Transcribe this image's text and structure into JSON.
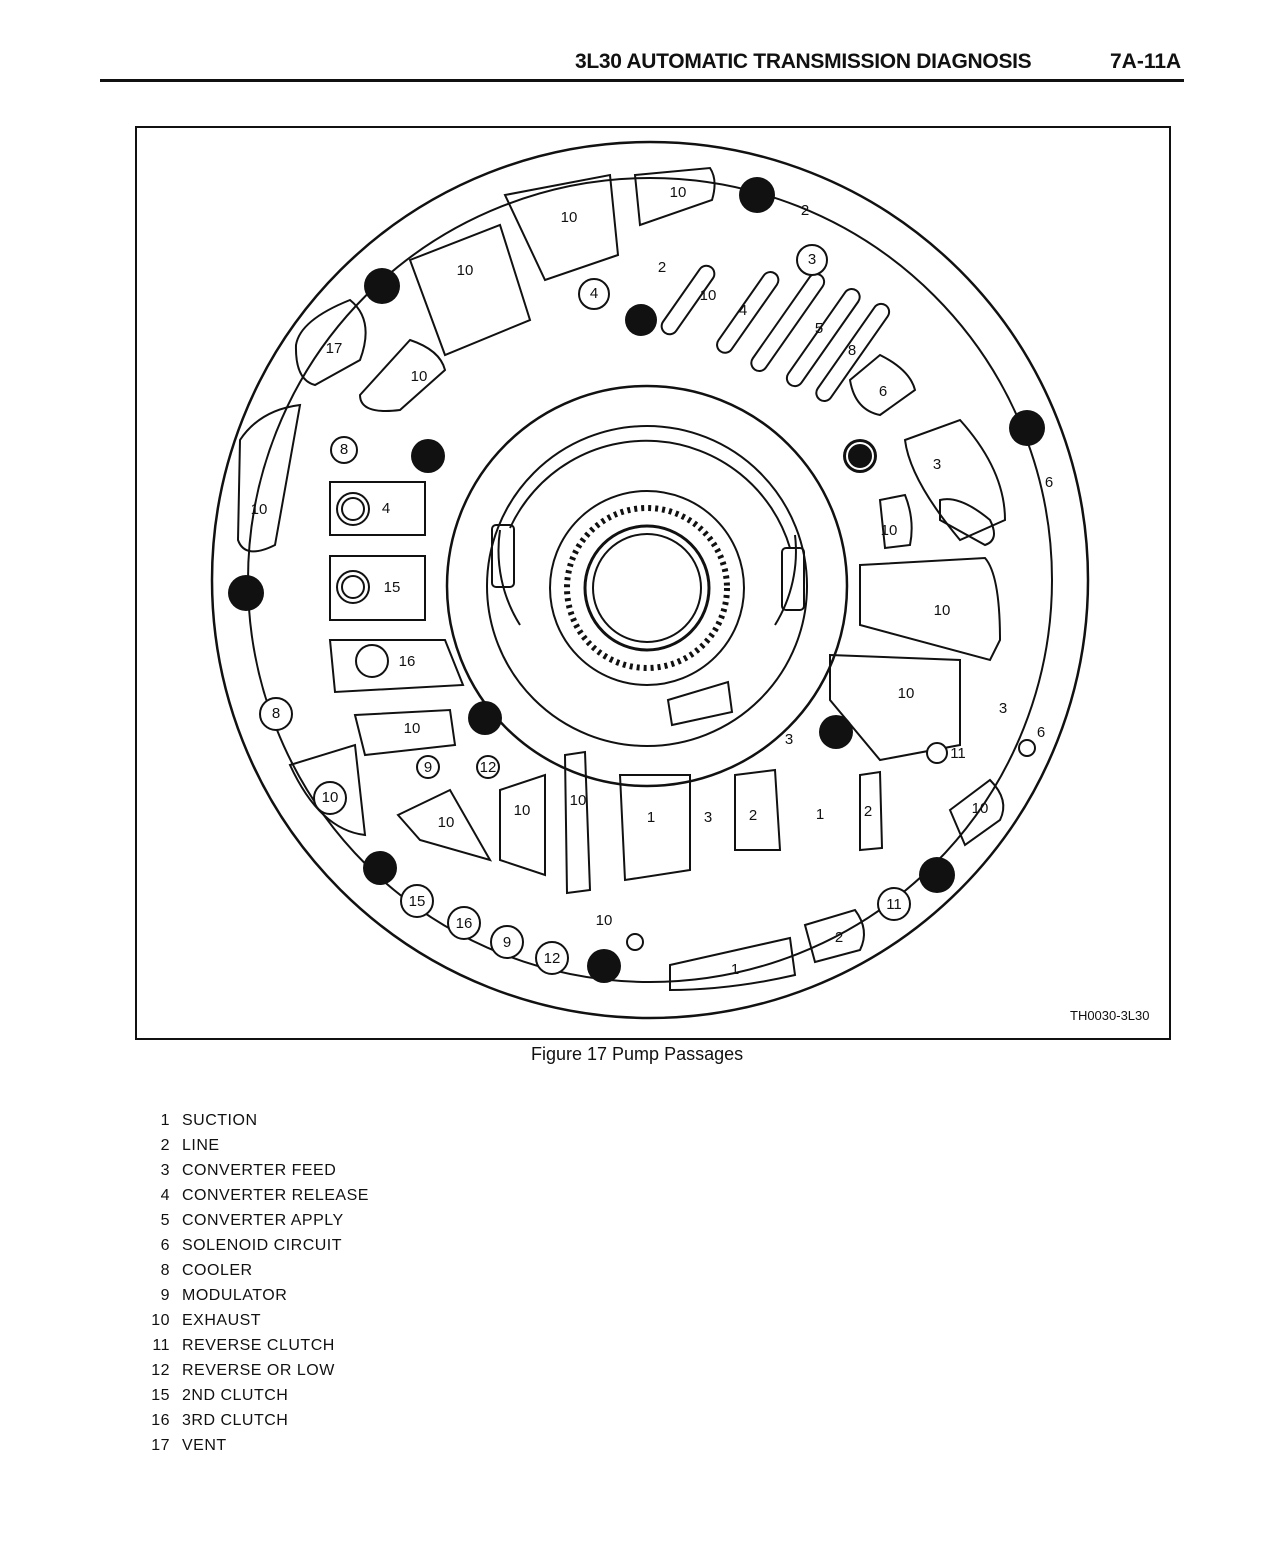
{
  "header": {
    "title": "3L30 AUTOMATIC TRANSMISSION DIAGNOSIS",
    "page_number": "7A-11A"
  },
  "figure": {
    "id": "TH0030-3L30",
    "caption": "Figure 17 Pump Passages",
    "callouts": [
      "10",
      "10",
      "10",
      "2",
      "2",
      "3",
      "4",
      "10",
      "4",
      "5",
      "8",
      "17",
      "10",
      "6",
      "8",
      "3",
      "6",
      "10",
      "4",
      "10",
      "15",
      "10",
      "16",
      "10",
      "8",
      "3",
      "3",
      "11",
      "6",
      "10",
      "9",
      "12",
      "10",
      "10",
      "10",
      "1",
      "3",
      "2",
      "1",
      "2",
      "10",
      "15",
      "16",
      "9",
      "12",
      "10",
      "11",
      "2",
      "1"
    ]
  },
  "legend": [
    {
      "num": "1",
      "label": "SUCTION"
    },
    {
      "num": "2",
      "label": "LINE"
    },
    {
      "num": "3",
      "label": "CONVERTER FEED"
    },
    {
      "num": "4",
      "label": "CONVERTER RELEASE"
    },
    {
      "num": "5",
      "label": "CONVERTER APPLY"
    },
    {
      "num": "6",
      "label": "SOLENOID CIRCUIT"
    },
    {
      "num": "8",
      "label": "COOLER"
    },
    {
      "num": "9",
      "label": "MODULATOR"
    },
    {
      "num": "10",
      "label": "EXHAUST"
    },
    {
      "num": "11",
      "label": "REVERSE CLUTCH"
    },
    {
      "num": "12",
      "label": "REVERSE OR LOW"
    },
    {
      "num": "15",
      "label": "2ND CLUTCH"
    },
    {
      "num": "16",
      "label": "3RD CLUTCH"
    },
    {
      "num": "17",
      "label": "VENT"
    }
  ]
}
